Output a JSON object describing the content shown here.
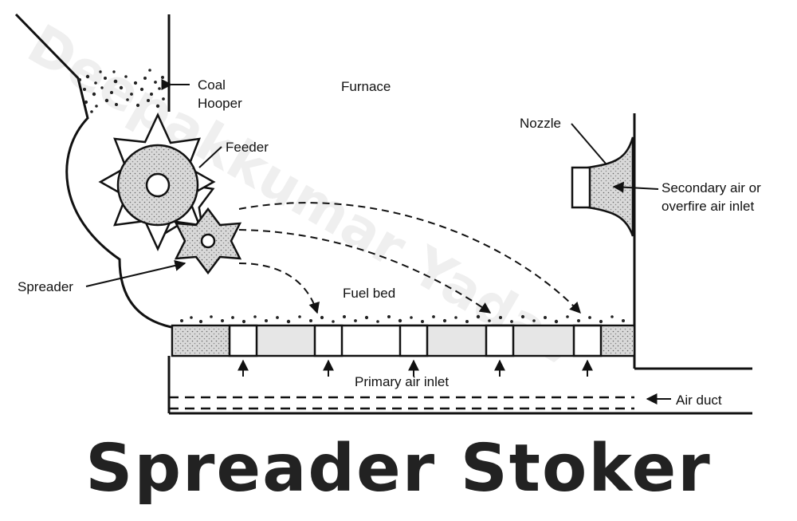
{
  "watermark": "Deepakkumar Yadav",
  "labels": {
    "coal_hopper_line1": "Coal",
    "coal_hopper_line2": "Hooper",
    "furnace": "Furnace",
    "feeder": "Feeder",
    "nozzle": "Nozzle",
    "secondary_air_line1": "Secondary air or",
    "secondary_air_line2": "overfire air inlet",
    "spreader": "Spreader",
    "fuel_bed": "Fuel bed",
    "primary_air_inlet": "Primary air inlet",
    "air_duct": "Air duct"
  },
  "title": "Spreader Stoker",
  "colors": {
    "line": "#111111",
    "title": "#222222",
    "fill_grey": "#cfcfcf"
  }
}
